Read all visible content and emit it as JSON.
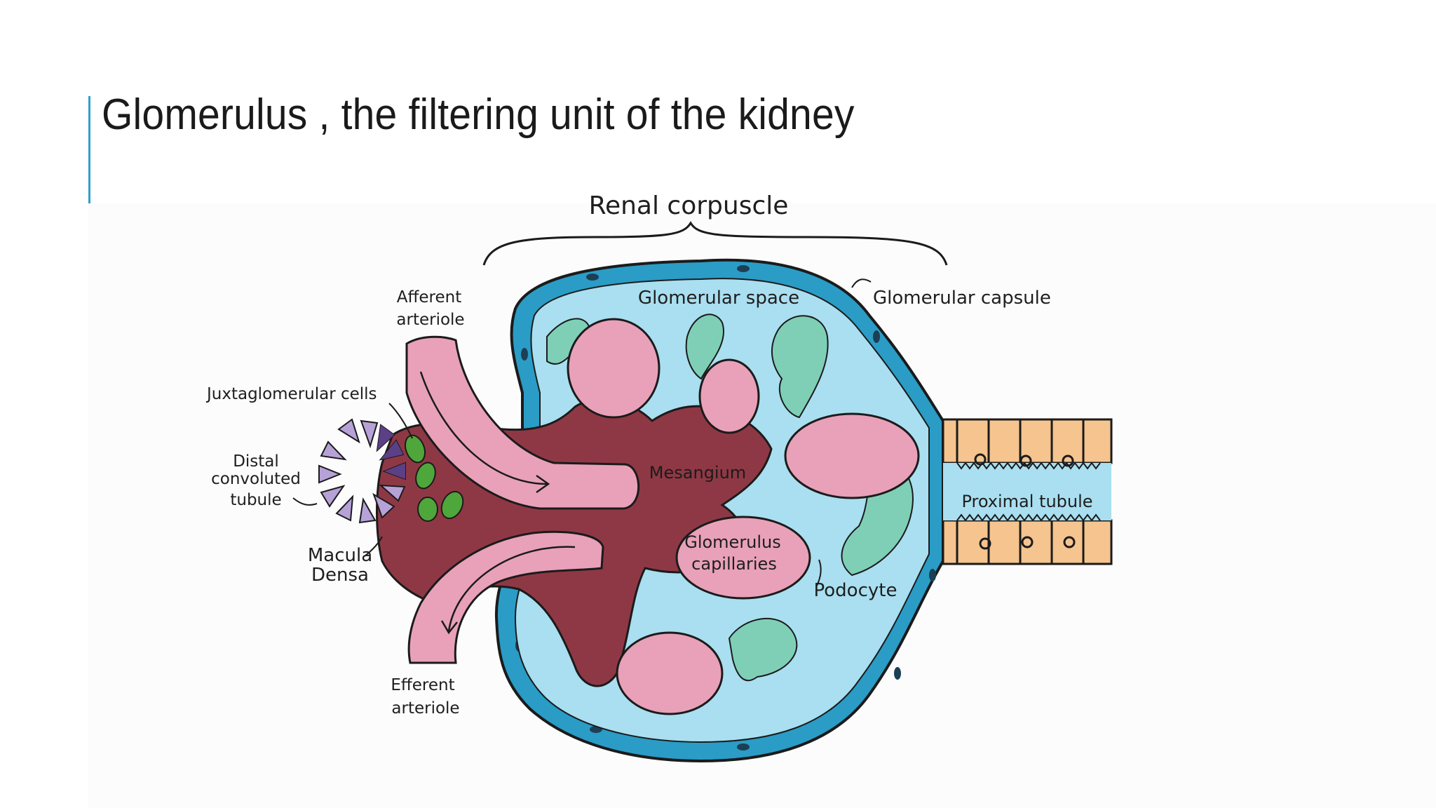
{
  "slide": {
    "title": "Glomerulus , the filtering unit of the kidney"
  },
  "diagram": {
    "labels": {
      "renal_corpuscle": "Renal corpuscle",
      "glomerular_space": "Glomerular space",
      "glomerular_capsule": "Glomerular capsule",
      "afferent_1": "Afferent",
      "afferent_2": "arteriole",
      "juxtaglomerular": "Juxtaglomerular cells",
      "distal_1": "Distal",
      "distal_2": "convoluted",
      "distal_3": "tubule",
      "macula_1": "Macula",
      "macula_2": "Densa",
      "efferent_1": "Efferent",
      "efferent_2": "arteriole",
      "mesangium": "Mesangium",
      "capillaries_1": "Glomerulus",
      "capillaries_2": "capillaries",
      "podocyte": "Podocyte",
      "proximal_tubule": "Proximal tubule"
    },
    "colors": {
      "capsule_wall": "#2a9cc6",
      "glomerular_space": "#a9dff0",
      "mesangium": "#8f3845",
      "capillary": "#e8a1b8",
      "vessel_edge": "#e97f86",
      "podocyte": "#7fcfb7",
      "proximal_tubule": "#f6c48e",
      "juxtaglomerular": "#4fa63b",
      "distal_tubule": "#b7a2d8",
      "outline": "#1b1b1b"
    }
  }
}
